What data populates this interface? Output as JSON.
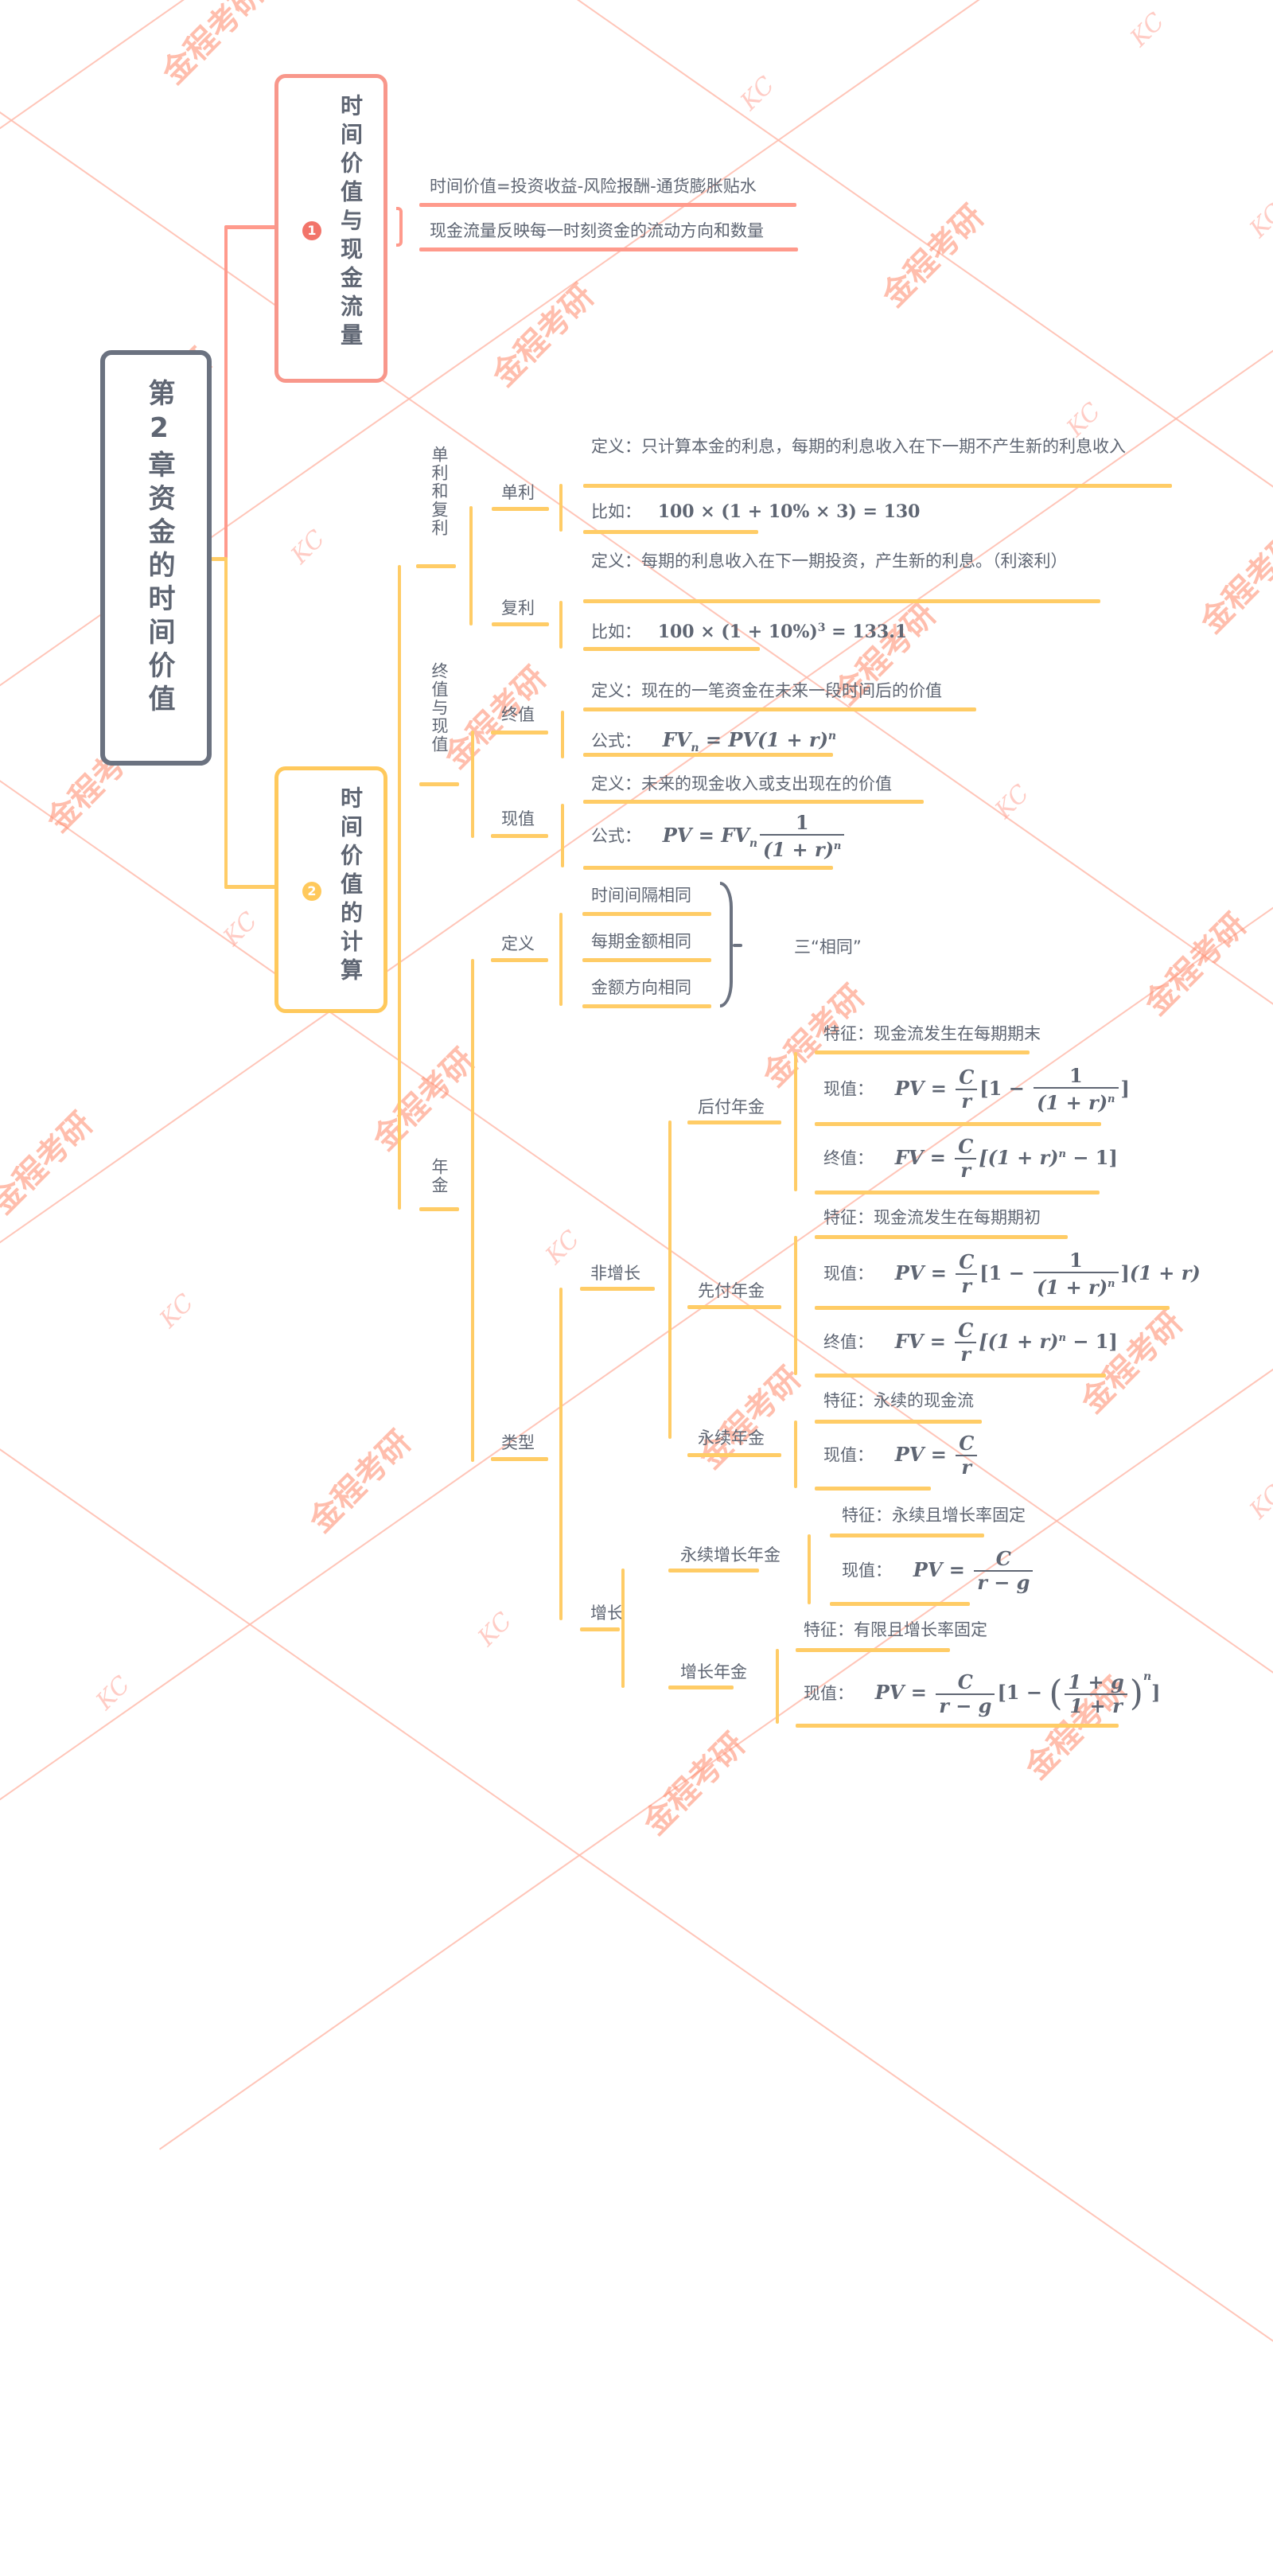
{
  "root": {
    "title": "第2章资金的时间价值",
    "border_color": "#6b7280"
  },
  "branches": [
    {
      "badge": "1",
      "title": "时间价值与现金流量",
      "color": "#f8978b",
      "items": [
        "时间价值=投资收益-风险报酬-通货膨胀贴水",
        "现金流量反映每一时刻资金的流动方向和数量"
      ]
    },
    {
      "badge": "2",
      "title": "时间价值的计算",
      "color": "#ffc95c"
    }
  ],
  "simple_compound": {
    "label": "单利和复利",
    "simple": {
      "label": "单利",
      "definition": "定义：只计算本金的利息，每期的利息收入在下一期不产生新的利息收入",
      "example_label": "比如：",
      "example": "100 × (1 + 10% × 3) = 130"
    },
    "compound": {
      "label": "复利",
      "definition": "定义：每期的利息收入在下一期投资，产生新的利息。（利滚利）",
      "example_label": "比如：",
      "example_base": "100 × (1 + 10%)",
      "example_exp": "3",
      "example_result": " = 133.1"
    }
  },
  "fv_pv": {
    "label": "终值与现值",
    "fv": {
      "label": "终值",
      "definition": "定义：现在的一笔资金在未来一段时间后的价值",
      "formula_label": "公式：",
      "formula": "FVn = PV(1 + r)^n"
    },
    "pv": {
      "label": "现值",
      "definition": "定义：未来的现金收入或支出现在的价值",
      "formula_label": "公式：",
      "formula": "PV = FVn · 1/(1 + r)^n"
    }
  },
  "annuity": {
    "label": "年金",
    "definition": {
      "label": "定义",
      "items": [
        "时间间隔相同",
        "每期金额相同",
        "金额方向相同"
      ],
      "summary": "三“相同”"
    },
    "types": {
      "label": "类型",
      "non_growth": {
        "label": "非增长",
        "ordinary": {
          "label": "后付年金",
          "feature": "特征：现金流发生在每期期末",
          "pv_label": "现值：",
          "pv": "PV = C/r [1 − 1/(1 + r)^n]",
          "fv_label": "终值：",
          "fv": "FV = C/r [(1 + r)^n − 1]"
        },
        "due": {
          "label": "先付年金",
          "feature": "特征：现金流发生在每期期初",
          "pv_label": "现值：",
          "pv": "PV = C/r [1 − 1/(1 + r)^n](1 + r)",
          "fv_label": "终值：",
          "fv": "FV = C/r [(1 + r)^n − 1]"
        },
        "perpetuity": {
          "label": "永续年金",
          "feature": "特征：永续的现金流",
          "pv_label": "现值：",
          "pv": "PV = C/r"
        }
      },
      "growth": {
        "label": "增长",
        "growing_perpetuity": {
          "label": "永续增长年金",
          "feature": "特征：永续且增长率固定",
          "pv_label": "现值：",
          "pv": "PV = C/(r − g)"
        },
        "growing_annuity": {
          "label": "增长年金",
          "feature": "特征：有限且增长率固定",
          "pv_label": "现值：",
          "pv": "PV = C/(r − g) [1 − ((1 + g)/(1 + r))^n]"
        }
      }
    }
  },
  "math_symbols": {
    "PV": "PV",
    "FV": "FV",
    "FVn_base": "FV",
    "n": "n",
    "C": "C",
    "r": "r",
    "eq": " = ",
    "one": "1",
    "r_minus_g": "r − g",
    "one_plus_r": "(1 + r)",
    "one_plus_g": "1 + g",
    "one_plus_r_plain": "1 + r",
    "open_bracket_1_minus": "[1 − ",
    "close_bracket": "]",
    "pow_open": "[(1 + r)",
    "minus_one_close": " − 1]",
    "pv_open": "PV(1 + r)",
    "times_1pr": "(1 + r)"
  },
  "watermark": {
    "text": "金程考研",
    "logo": "KC"
  }
}
